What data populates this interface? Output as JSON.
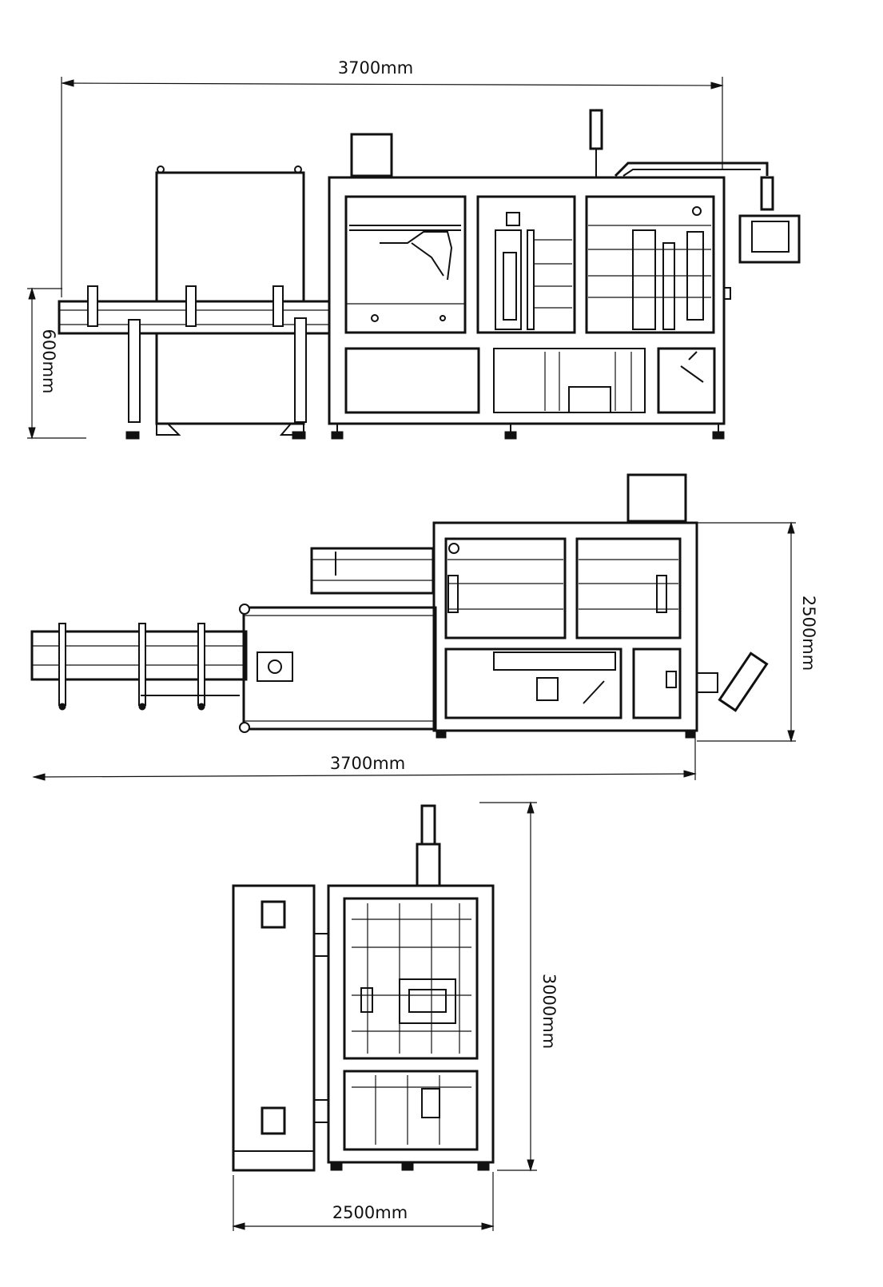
{
  "dimensions": {
    "front_width": "3700mm",
    "front_height": "600mm",
    "top_width": "3700mm",
    "top_depth": "2500mm",
    "side_width": "2500mm",
    "side_height": "3000mm"
  },
  "colors": {
    "line": "#111111",
    "background": "#ffffff"
  }
}
